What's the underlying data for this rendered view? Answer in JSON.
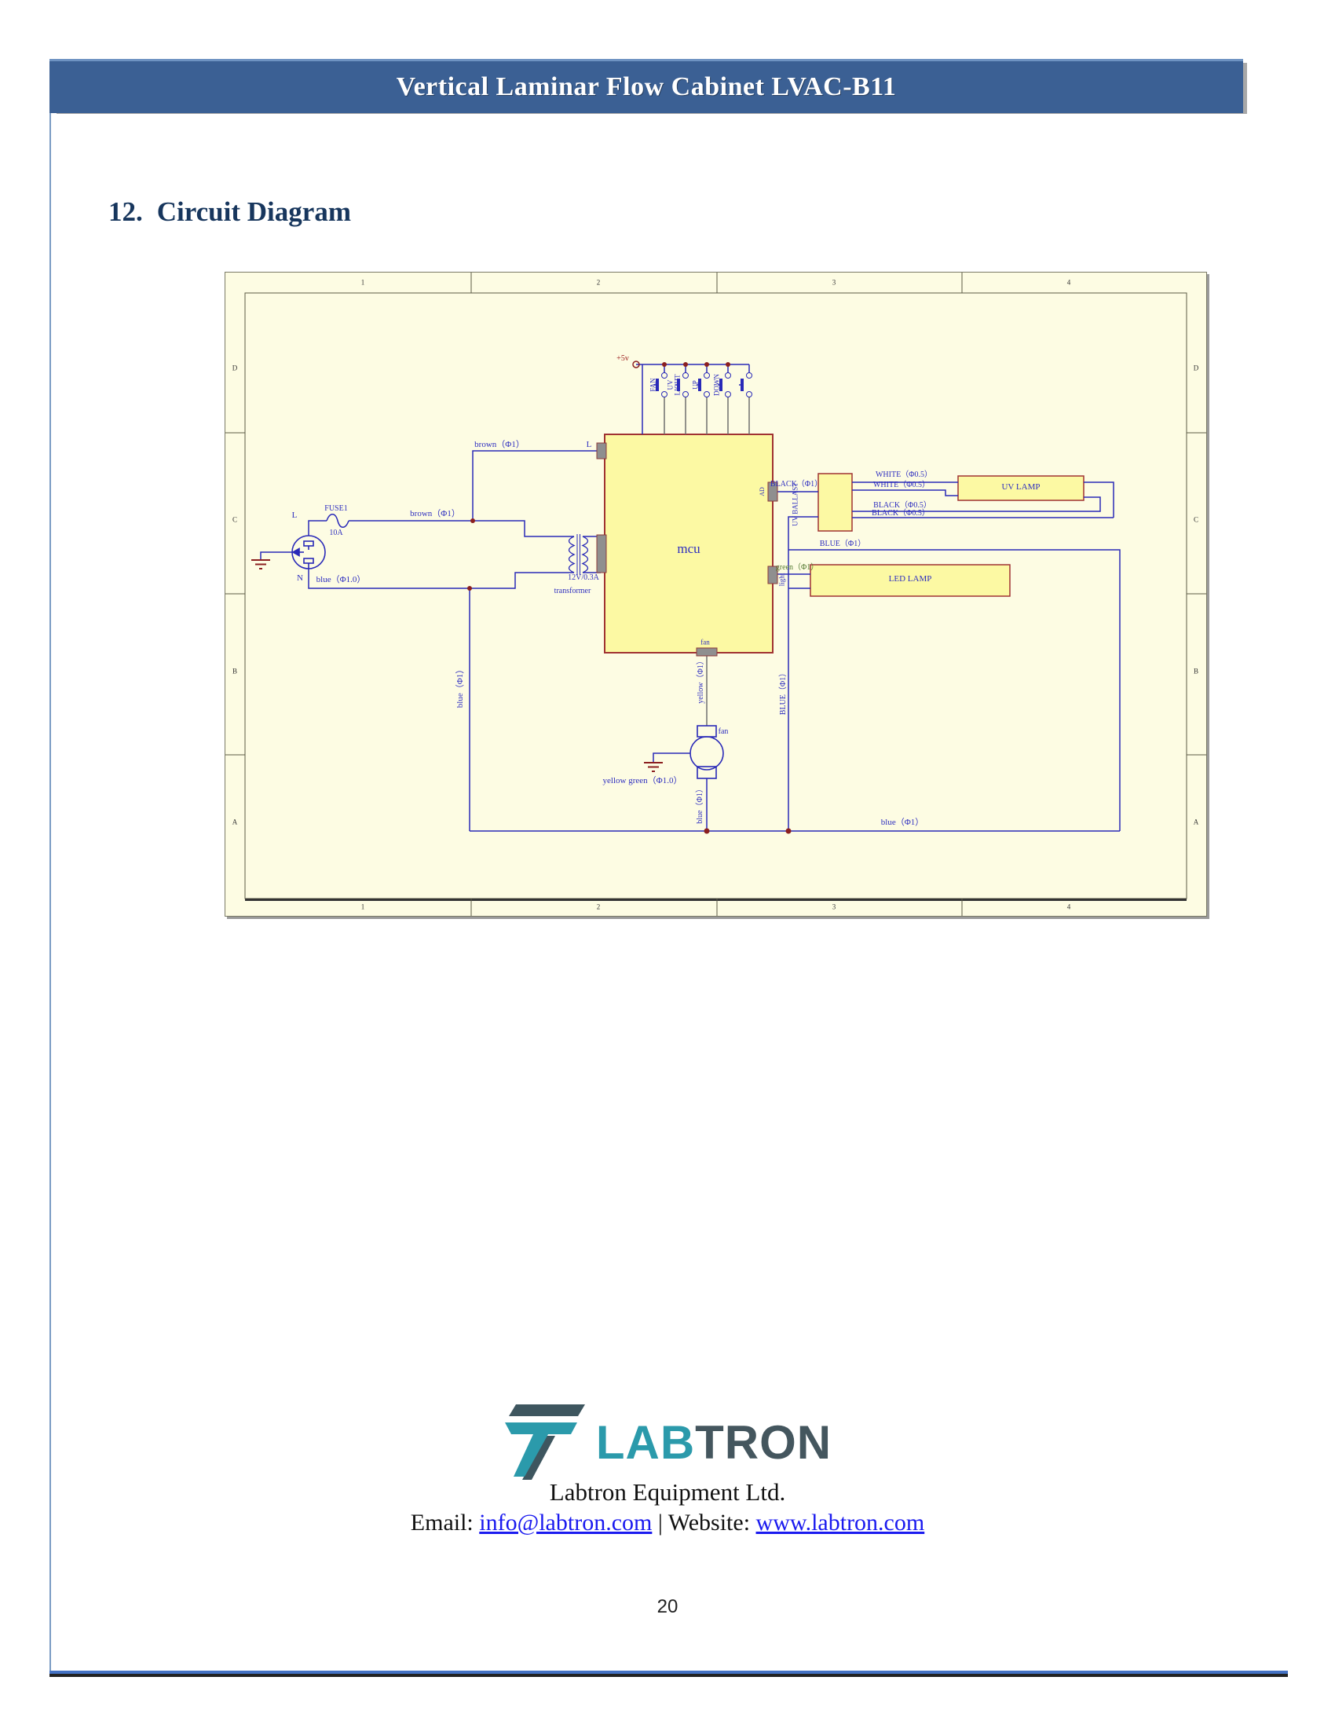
{
  "page": {
    "number": "20"
  },
  "header": {
    "title": "Vertical Laminar Flow Cabinet LVAC-B11"
  },
  "section": {
    "number": "12.",
    "title": "Circuit Diagram"
  },
  "schematic": {
    "frame": {
      "cols": [
        "1",
        "2",
        "3",
        "4"
      ],
      "rows": [
        "D",
        "C",
        "B",
        "A"
      ]
    },
    "labels": {
      "plus5v": "+5v",
      "btn_fan": "FAN",
      "btn_uv_light": "UV\nLIGHT",
      "btn_up": "UP",
      "btn_down": "DOWN",
      "mcu": "mcu",
      "mcu_l": "L",
      "brown_top": "brown（Φ1）",
      "brown_main": "brown（Φ1）",
      "plug_l": "L",
      "plug_n": "N",
      "fuse_name": "FUSE1",
      "fuse_rating": "10A",
      "blue_n": "blue（Φ1.0）",
      "xfmr_rating": "12V/0.3A",
      "xfmr_name": "transformer",
      "blue_drop": "blue（Φ1）",
      "pin_ad": "AD",
      "black_in": "BLACK（Φ1）",
      "uv_ballast": "UV BALLAST",
      "white1": "WHITE（Φ0.5）",
      "white2": "WHITE（Φ0.5）",
      "black1": "BLACK（Φ0.5）",
      "black2": "BLACK（Φ0.5）",
      "blue_loop": "BLUE（Φ1）",
      "uv_lamp": "UV LAMP",
      "green_wire": "green（Φ1）",
      "pin_light": "light",
      "led_lamp": "LED LAMP",
      "led_return": "BLUE（Φ1）",
      "pin_fan": "fan",
      "yellow_wire": "yellow（Φ1）",
      "motor_name": "fan",
      "yellow_green": "yellow green（Φ1.0）",
      "blue_motor": "blue（Φ1）",
      "blue_rail": "blue（Φ1）"
    }
  },
  "footer": {
    "logo": {
      "lab": "LAB",
      "tron": "TRON"
    },
    "company": "Labtron Equipment Ltd.",
    "email_label": "Email: ",
    "email": "info@labtron.com",
    "website_label": " | Website: ",
    "website": "www.labtron.com"
  },
  "colors": {
    "header_blue": "#3B6094",
    "wire_blue": "#2929B8",
    "dark_red": "#8B1F1F",
    "component_fill": "#FCF9A3",
    "logo_teal": "#2B9AAB"
  }
}
